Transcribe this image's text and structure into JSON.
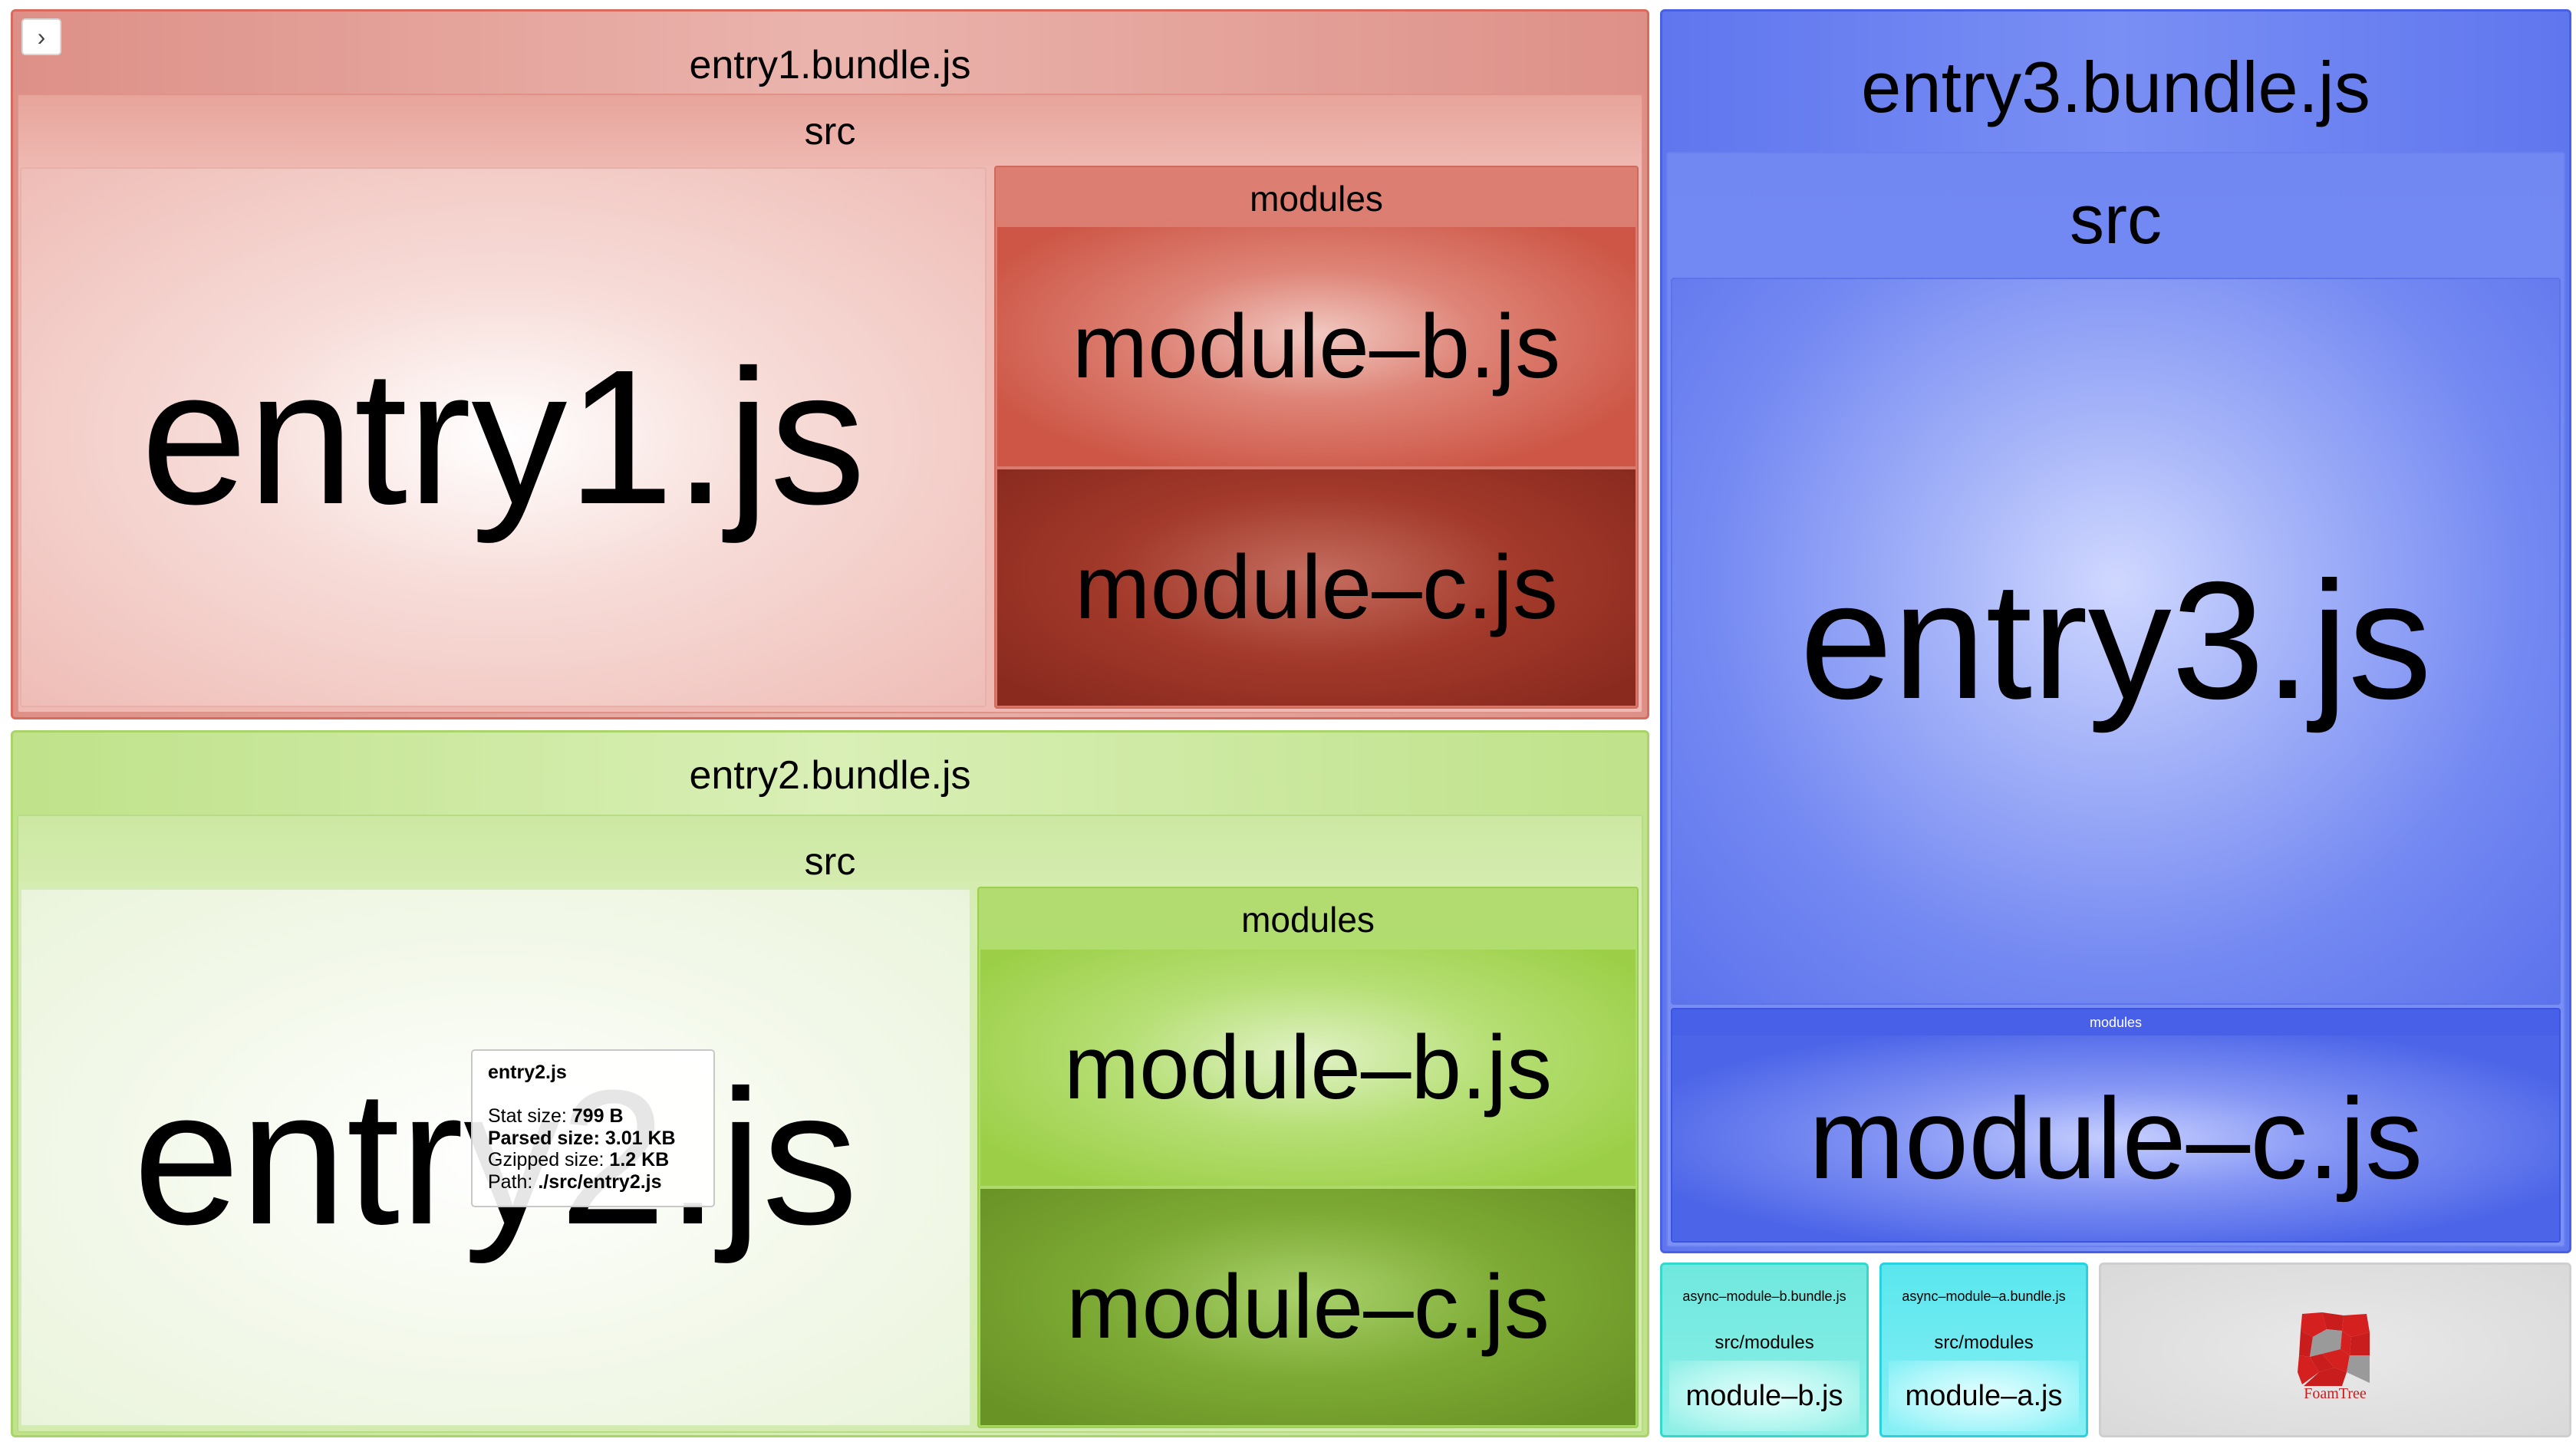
{
  "toggle": {
    "icon": "chevron-right-icon",
    "glyph": "›"
  },
  "bundles": {
    "entry1": {
      "title": "entry1.bundle.js",
      "src": "src",
      "entry": "entry1.js",
      "modules": "modules",
      "module_b": "module–b.js",
      "module_c": "module–c.js",
      "color": "#dd9087"
    },
    "entry2": {
      "title": "entry2.bundle.js",
      "src": "src",
      "entry": "entry2.js",
      "modules": "modules",
      "module_b": "module–b.js",
      "module_c": "module–c.js",
      "color": "#bfe28a"
    },
    "entry3": {
      "title": "entry3.bundle.js",
      "src": "src",
      "entry": "entry3.js",
      "modules": "modules",
      "module_c": "module–c.js",
      "color": "#5f76ee"
    },
    "async_b": {
      "title": "async–module–b.bundle.js",
      "folder": "src/modules",
      "leaf": "module–b.js",
      "color": "#70e8de"
    },
    "async_a": {
      "title": "async–module–a.bundle.js",
      "folder": "src/modules",
      "leaf": "module–a.js",
      "color": "#5ae6ee"
    }
  },
  "logo": {
    "text": "FoamTree",
    "icon": "foamtree-logo-icon"
  },
  "tooltip": {
    "name": "entry2.js",
    "stat_label": "Stat size:",
    "stat_value": "799 B",
    "parsed_label": "Parsed size:",
    "parsed_value": "3.01 KB",
    "gzip_label": "Gzipped size:",
    "gzip_value": "1.2 KB",
    "path_label": "Path:",
    "path_value": "./src/entry2.js"
  }
}
